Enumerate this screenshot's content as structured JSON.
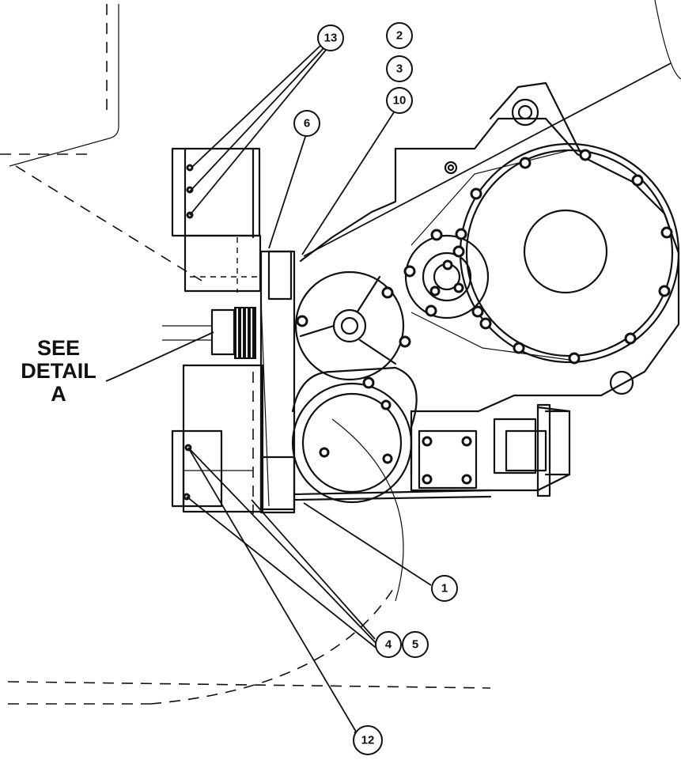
{
  "detail_callout": {
    "line1": "SEE",
    "line2": "DETAIL",
    "line3": "A"
  },
  "balloons": [
    {
      "id": "13",
      "label": "13"
    },
    {
      "id": "2",
      "label": "2"
    },
    {
      "id": "3",
      "label": "3"
    },
    {
      "id": "10",
      "label": "10"
    },
    {
      "id": "6",
      "label": "6"
    },
    {
      "id": "1",
      "label": "1"
    },
    {
      "id": "4",
      "label": "4"
    },
    {
      "id": "5",
      "label": "5"
    },
    {
      "id": "12",
      "label": "12"
    }
  ]
}
